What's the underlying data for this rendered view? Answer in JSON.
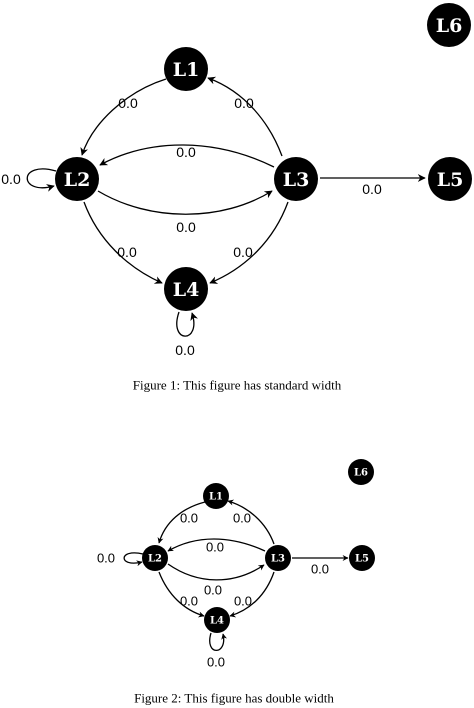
{
  "figures": [
    {
      "caption": "Figure 1: This figure has standard width",
      "nodes": [
        {
          "id": "L1",
          "label": "L1"
        },
        {
          "id": "L2",
          "label": "L2"
        },
        {
          "id": "L3",
          "label": "L3"
        },
        {
          "id": "L4",
          "label": "L4"
        },
        {
          "id": "L5",
          "label": "L5"
        },
        {
          "id": "L6",
          "label": "L6"
        }
      ],
      "edges": [
        {
          "id": "l1-l2",
          "from": "L1",
          "to": "L2",
          "label": "0.0"
        },
        {
          "id": "l3-l1",
          "from": "L3",
          "to": "L1",
          "label": "0.0"
        },
        {
          "id": "l3-l2",
          "from": "L3",
          "to": "L2",
          "label": "0.0"
        },
        {
          "id": "l2-l3",
          "from": "L2",
          "to": "L3",
          "label": "0.0"
        },
        {
          "id": "l2-l2",
          "from": "L2",
          "to": "L2",
          "label": "0.0"
        },
        {
          "id": "l3-l5",
          "from": "L3",
          "to": "L5",
          "label": "0.0"
        },
        {
          "id": "l2-l4",
          "from": "L2",
          "to": "L4",
          "label": "0.0"
        },
        {
          "id": "l3-l4",
          "from": "L3",
          "to": "L4",
          "label": "0.0"
        },
        {
          "id": "l4-l4",
          "from": "L4",
          "to": "L4",
          "label": "0.0"
        }
      ]
    },
    {
      "caption": "Figure 2: This figure has double width",
      "nodes": [
        {
          "id": "L1",
          "label": "L1"
        },
        {
          "id": "L2",
          "label": "L2"
        },
        {
          "id": "L3",
          "label": "L3"
        },
        {
          "id": "L4",
          "label": "L4"
        },
        {
          "id": "L5",
          "label": "L5"
        },
        {
          "id": "L6",
          "label": "L6"
        }
      ],
      "edges": [
        {
          "id": "l1-l2",
          "from": "L1",
          "to": "L2",
          "label": "0.0"
        },
        {
          "id": "l3-l1",
          "from": "L3",
          "to": "L1",
          "label": "0.0"
        },
        {
          "id": "l3-l2",
          "from": "L3",
          "to": "L2",
          "label": "0.0"
        },
        {
          "id": "l2-l3",
          "from": "L2",
          "to": "L3",
          "label": "0.0"
        },
        {
          "id": "l2-l2",
          "from": "L2",
          "to": "L2",
          "label": "0.0"
        },
        {
          "id": "l3-l5",
          "from": "L3",
          "to": "L5",
          "label": "0.0"
        },
        {
          "id": "l2-l4",
          "from": "L2",
          "to": "L4",
          "label": "0.0"
        },
        {
          "id": "l3-l4",
          "from": "L3",
          "to": "L4",
          "label": "0.0"
        },
        {
          "id": "l4-l4",
          "from": "L4",
          "to": "L4",
          "label": "0.0"
        }
      ]
    }
  ]
}
